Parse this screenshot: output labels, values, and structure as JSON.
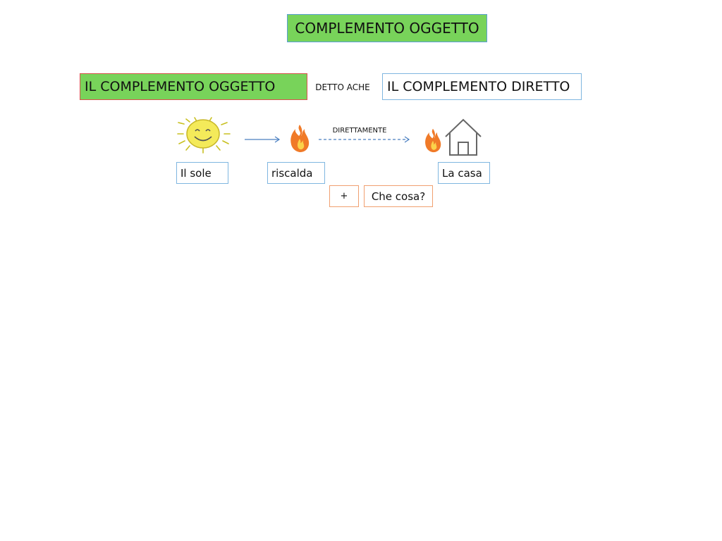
{
  "title": "COMPLEMENTO OGGETTO",
  "definition": {
    "term": "IL COMPLEMENTO OGGETTO",
    "connector": "DETTO ACHE",
    "alias": "IL COMPLEMENTO DIRETTO"
  },
  "example": {
    "subject": "Il sole",
    "verb": "riscalda",
    "object": "La casa",
    "arrow_label": "DIRETTAMENTE",
    "plus": "+",
    "question": "Che cosa?"
  },
  "icons": [
    "sun-icon",
    "flame-icon",
    "flame-icon",
    "house-icon"
  ],
  "colors": {
    "green": "#78d35a",
    "blue_border": "#7fb6e0",
    "red_border": "#d9534f",
    "orange_border": "#f0a070",
    "arrow": "#4a7fc1"
  }
}
